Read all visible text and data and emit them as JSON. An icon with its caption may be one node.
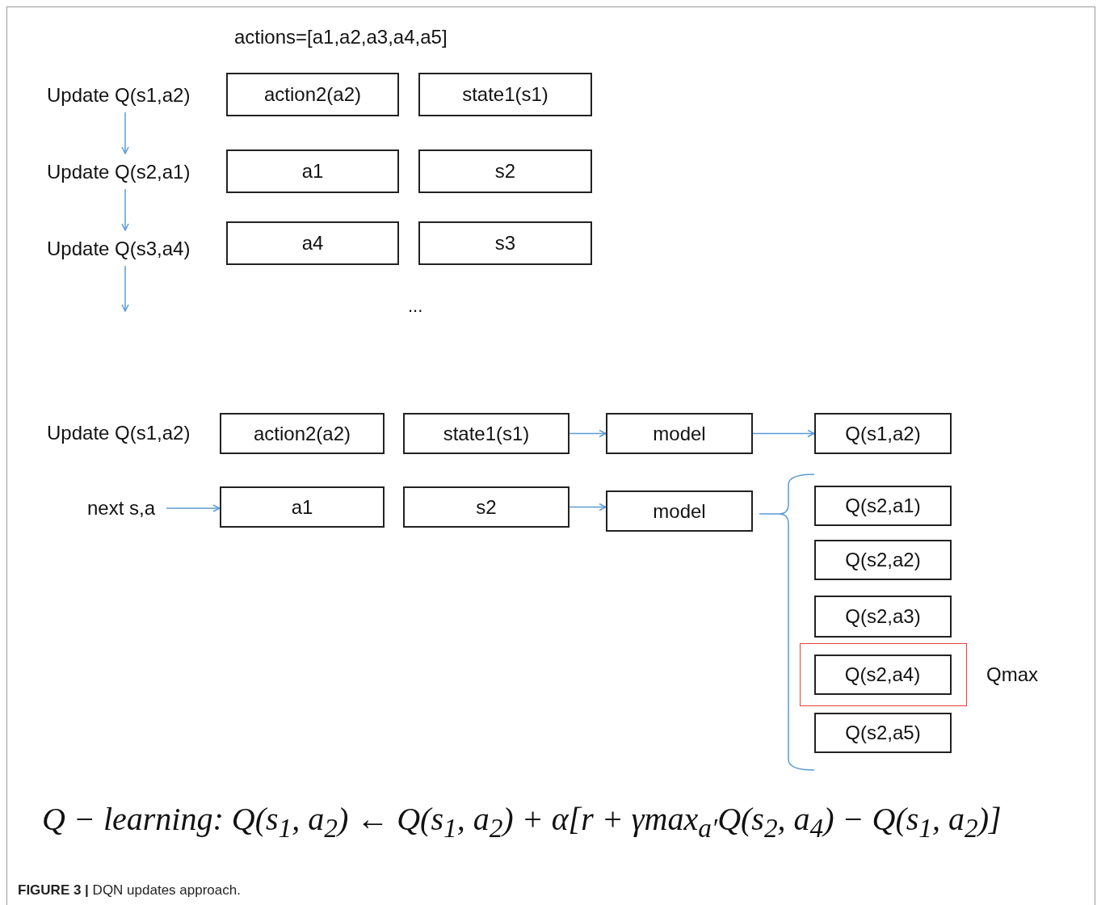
{
  "diagram": {
    "caption": "**FIGURE 3 |** DQN updates approach.",
    "nodes": [
      {
        "text": [
          "Update Q(s1,a2)"
        ]
      },
      {
        "text": [
          "action2(a2)"
        ]
      },
      {
        "text": [
          "state1(s1)"
        ]
      },
      {
        "text": [
          "Update Q(s2,a1)"
        ]
      },
      {
        "text": [
          "a1"
        ]
      },
      {
        "text": [
          "s2"
        ]
      },
      {
        "text": [
          "Update Q(s3,a4)"
        ]
      },
      {
        "text": [
          "a4"
        ]
      },
      {
        "text": [
          "s3"
        ]
      },
      {
        "text": [
          "action2(a2)"
        ]
      },
      {
        "text": [
          "state1(s1)"
        ]
      },
      {
        "text": [
          "model"
        ]
      },
      {
        "text": [
          "Q(s1,a2)"
        ]
      },
      {
        "text": [
          "next s,a"
        ]
      },
      {
        "text": [
          "a1"
        ]
      },
      {
        "text": [
          "s2"
        ]
      },
      {
        "text": [
          "model"
        ]
      },
      {
        "text": [
          "Q(s2,a1)"
        ]
      },
      {
        "text": [
          "Q(s2,a2)"
        ]
      },
      {
        "text": [
          "Q(s2,a3)"
        ]
      },
      {
        "text": [],
        "shape": "box",
        "beside": [
          "Qmax"
        ]
      },
      {
        "text": [
          "Q(s2,a4)"
        ],
        "in": 20
      },
      {
        "text": [
          "Q(s2,a5)"
        ]
      }
    ],
    "edges": [
      {
        "from": 0,
        "to": 3,
        "arrow": "to"
      },
      {
        "from": 3,
        "to": 6,
        "arrow": "to"
      },
      {
        "from": 6,
        "to": null,
        "arrow": "to"
      },
      {
        "from": 10,
        "to": 11,
        "arrow": "to"
      },
      {
        "from": 11,
        "to": 12,
        "arrow": "to"
      },
      {
        "from": 13,
        "to": 14,
        "arrow": "to"
      },
      {
        "from": 15,
        "to": 16,
        "arrow": "to"
      }
    ],
    "labels": [
      "actions=[a1,a2,a3,a4,a5]",
      "...",
      "Update Q(s1,a2)",
      "Q − learning: Q(s$_{1}$, a$_{2}$) ← Q(s$_{1}$, a$_{2}$) + α[r + γmax$_{a′}$Q(s$_{2}$, a$_{4}$) − Q(s$_{1}$, a$_{2}$)]"
    ]
  }
}
